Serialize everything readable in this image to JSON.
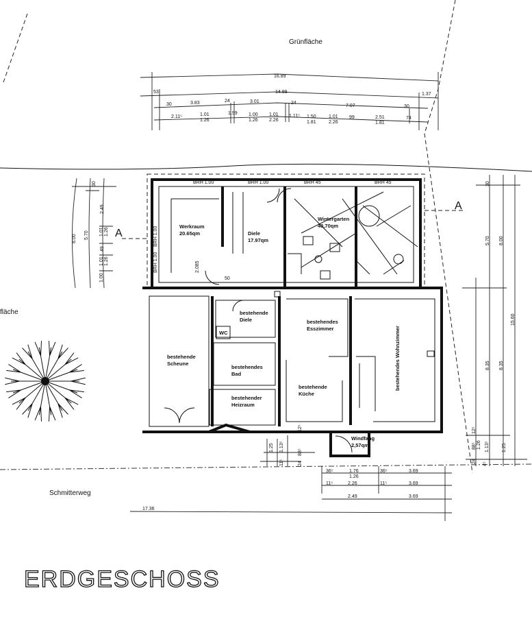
{
  "labels": {
    "green_top": "Grünfläche",
    "green_left": "fläche",
    "street": "Schmitterweg",
    "title": "ERDGESCHOSS",
    "section_left": "A",
    "section_right": "A"
  },
  "brh": [
    "BRH 1.00",
    "BRH 1.00",
    "BRH 45",
    "BRH 45",
    "BRH 1.00",
    "BRH 1.00"
  ],
  "rooms": [
    {
      "name": "Werkraum",
      "area": "20.65qm"
    },
    {
      "name": "Diele",
      "area": "17.97qm"
    },
    {
      "name": "Wintergarten",
      "area": "40,70qm"
    },
    {
      "name": "bestehende",
      "area": "Scheune"
    },
    {
      "name": "bestehende",
      "area": "Diele"
    },
    {
      "name": "WC",
      "area": ""
    },
    {
      "name": "bestehendes",
      "area": "Bad"
    },
    {
      "name": "bestehender",
      "area": "Heizraum"
    },
    {
      "name": "bestehendes",
      "area": "Esszimmer"
    },
    {
      "name": "bestehende",
      "area": "Küche"
    },
    {
      "name": "bestehendes Wohnzimmer",
      "area": ""
    },
    {
      "name": "Windfang",
      "area": "2,57qm"
    }
  ],
  "dims_top": [
    "16.89",
    "53",
    "14.99",
    "1.37",
    "30",
    "3.83",
    "24",
    "3.01",
    "24",
    "7.07",
    "30",
    "2.11⁵",
    "1.01",
    "1.26",
    "1.99",
    "1.00",
    "1.26",
    "1.01",
    "2.26",
    "1.11⁵",
    "1.50",
    "1.81",
    "1.01",
    "2.26",
    "99",
    "2.51",
    "1.81",
    "74"
  ],
  "dims_left": [
    "8.00",
    "5.70",
    "30",
    "2.49",
    "1.01",
    "1.26",
    "49",
    "1.01",
    "1.26",
    "1.00",
    "2.085",
    "50"
  ],
  "dims_right": [
    "30",
    "5.70",
    "8.00",
    "15.60",
    "8.35",
    "8.35",
    "12⁵",
    "88⁵",
    "1.26",
    "1.13⁵",
    "1.25",
    "24",
    "4⁵"
  ],
  "dims_bottom": [
    "1.25",
    "1.13⁵",
    "88⁵",
    "12⁵",
    "11⁵",
    "24",
    "36⁵",
    "1.76",
    "1.26",
    "36⁵",
    "3.69",
    "11⁵",
    "2.26",
    "11⁵",
    "3.69",
    "2.49",
    "3.69",
    "17.36"
  ]
}
